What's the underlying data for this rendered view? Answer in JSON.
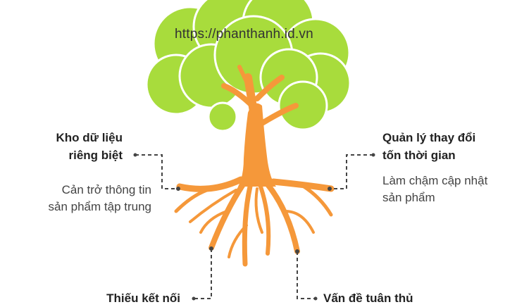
{
  "watermark": "https://phanthanh.id.vn",
  "colors": {
    "canopy": "#a8dc3c",
    "trunk": "#f5983a",
    "connector": "#444444"
  },
  "callouts": {
    "top_left": {
      "title": "Kho dữ liệu\nriêng biệt",
      "desc": "Cản trở thông tin\nsản phẩm tập trung"
    },
    "top_right": {
      "title": "Quản lý thay đổi\ntốn thời gian",
      "desc": "Làm chậm cập nhật\nsản phẩm"
    },
    "bottom_left": {
      "title": "Thiếu kết nối"
    },
    "bottom_right": {
      "title": "Vấn đề tuân thủ"
    }
  }
}
